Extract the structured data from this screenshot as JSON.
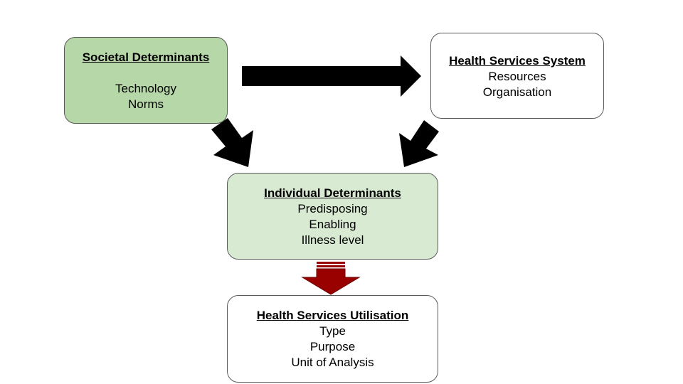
{
  "colors": {
    "societal_fill": "#b6d7a8",
    "individual_fill": "#d9ead3",
    "white_fill": "#ffffff",
    "border": "#595959",
    "black_arrow": "#000000",
    "red_arrow": "#990000"
  },
  "societal": {
    "title": "Societal Determinants",
    "items": [
      "Technology",
      "Norms"
    ]
  },
  "health_system": {
    "title": "Health Services System",
    "items": [
      "Resources",
      "Organisation"
    ]
  },
  "individual": {
    "title": "Individual Determinants",
    "items": [
      "Predisposing",
      "Enabling",
      "Illness level"
    ]
  },
  "utilisation": {
    "title": "Health Services Utilisation",
    "items": [
      "Type",
      "Purpose",
      "Unit of Analysis"
    ]
  }
}
